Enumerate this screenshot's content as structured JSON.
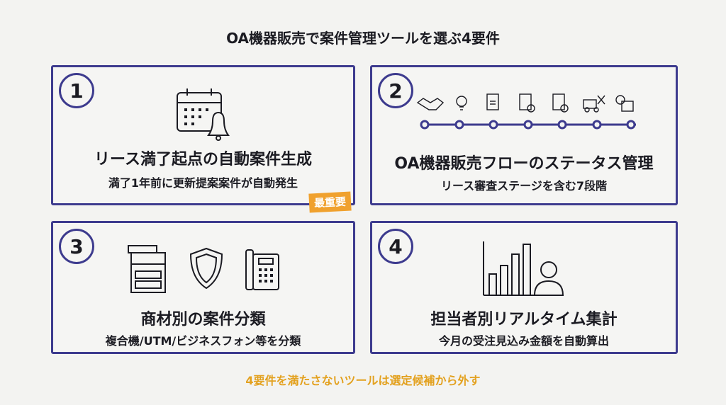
{
  "title": "OA機器販売で案件管理ツールを選ぶ4要件",
  "cards": [
    {
      "number": "1",
      "title": "リース満了起点の自動案件生成",
      "subtitle": "満了1年前に更新提案案件が自動発生"
    },
    {
      "number": "2",
      "title": "OA機器販売フローのステータス管理",
      "subtitle": "リース審査ステージを含む7段階"
    },
    {
      "number": "3",
      "title": "商材別の案件分類",
      "subtitle": "複合機/UTM/ビジネスフォン等を分類"
    },
    {
      "number": "4",
      "title": "担当者別リアルタイム集計",
      "subtitle": "今月の受注見込み金額を自動算出"
    }
  ],
  "badge": "最重要",
  "footer": "4要件を満たさないツールは選定候補から外す",
  "stage_count": 7,
  "colors": {
    "border": "#3d3b8e",
    "accent": "#e3a11f",
    "badge": "#f0a12e"
  }
}
